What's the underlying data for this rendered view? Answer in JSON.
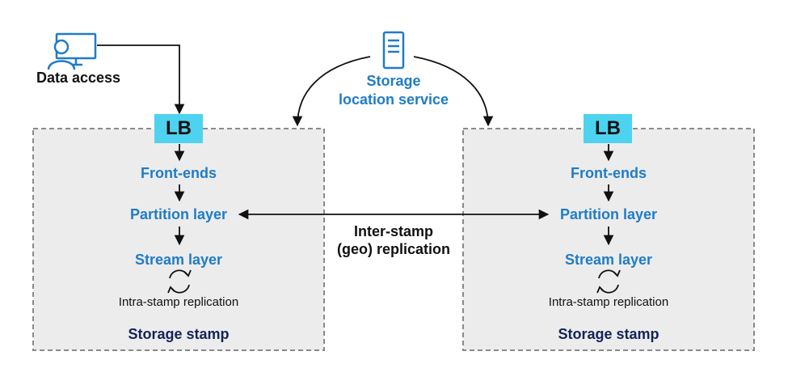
{
  "data_access": {
    "label": "Data access"
  },
  "location_service": {
    "label_line1": "Storage",
    "label_line2": "location service"
  },
  "inter_stamp": {
    "line1": "Inter-stamp",
    "line2": "(geo) replication"
  },
  "stamps": [
    {
      "lb": "LB",
      "front_ends": "Front-ends",
      "partition_layer": "Partition layer",
      "stream_layer": "Stream layer",
      "intra_replication": "Intra-stamp replication",
      "stamp_label": "Storage stamp"
    },
    {
      "lb": "LB",
      "front_ends": "Front-ends",
      "partition_layer": "Partition layer",
      "stream_layer": "Stream layer",
      "intra_replication": "Intra-stamp replication",
      "stamp_label": "Storage stamp"
    }
  ],
  "colors": {
    "accent_blue": "#1f7cc7",
    "lb_fill": "#4dd3f0",
    "stamp_fill": "#ececec",
    "stamp_text": "#13235a"
  },
  "icons": [
    "user-computer-icon",
    "server-icon",
    "sync-icon"
  ]
}
